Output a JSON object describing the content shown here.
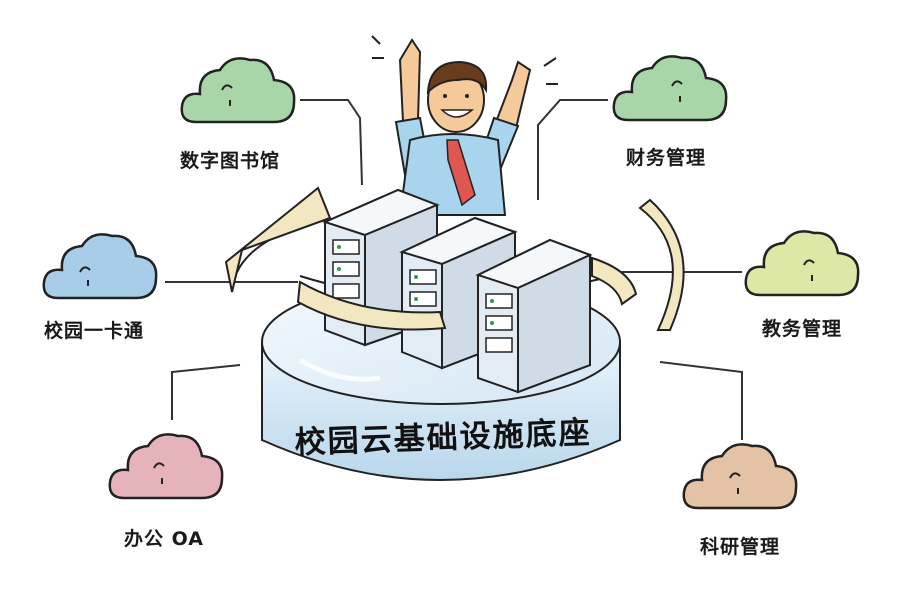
{
  "platform": {
    "title": "校园云基础设施底座"
  },
  "services": [
    {
      "id": "digital-library",
      "label": "数字图书馆",
      "color": "#a9d6a9"
    },
    {
      "id": "finance",
      "label": "财务管理",
      "color": "#a9d6a9"
    },
    {
      "id": "campus-card",
      "label": "校园一卡通",
      "color": "#a8cde8"
    },
    {
      "id": "academic",
      "label": "教务管理",
      "color": "#dde7a6"
    },
    {
      "id": "office-oa",
      "label": "办公 OA",
      "color": "#e6b3bb"
    },
    {
      "id": "research",
      "label": "科研管理",
      "color": "#e3c2a6"
    }
  ]
}
